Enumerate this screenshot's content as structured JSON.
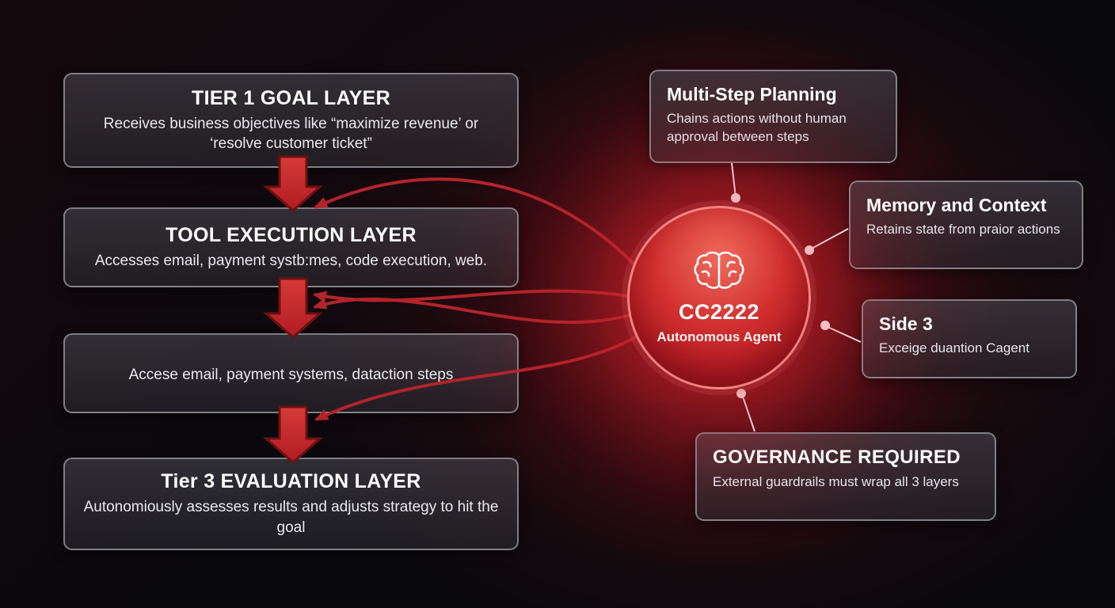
{
  "left_column": {
    "boxes": [
      {
        "title": "TIER 1 GOAL LAYER",
        "body": "Receives business objectives like “maximize revenue’ or ‘resolve customer ticket”"
      },
      {
        "title": "TOOL EXECUTION LAYER",
        "body": "Accesses email, payment systb:mes, code execution, web."
      },
      {
        "title": "",
        "body": "Accese email, payment systems, dataction steps"
      },
      {
        "title": "Tier 3 EVALUATION LAYER",
        "body": "Autonomiously assesses results and adjusts strategy to hit the goal"
      }
    ]
  },
  "right_column": {
    "boxes": [
      {
        "title": "Multi-Step Planning",
        "body": "Chains actions without human approval between steps"
      },
      {
        "title": "Memory and Context",
        "body": "Retains state from praior actions"
      },
      {
        "title": "Side 3",
        "body": "Exceige duantion Cagent"
      },
      {
        "title": "GOVERNANCE REQUIRED",
        "body": "External guardrails must wrap all 3 layers"
      }
    ]
  },
  "center_node": {
    "label": "CC2222",
    "sublabel": "Autonomous Agent",
    "icon": "brain-icon"
  },
  "colors": {
    "background": "#0a090d",
    "accent_red": "#c2252b",
    "glow_red": "#d72530",
    "box_border": "#9e9ea6",
    "text_primary": "#ffffff",
    "text_secondary": "#e9e9ee"
  }
}
